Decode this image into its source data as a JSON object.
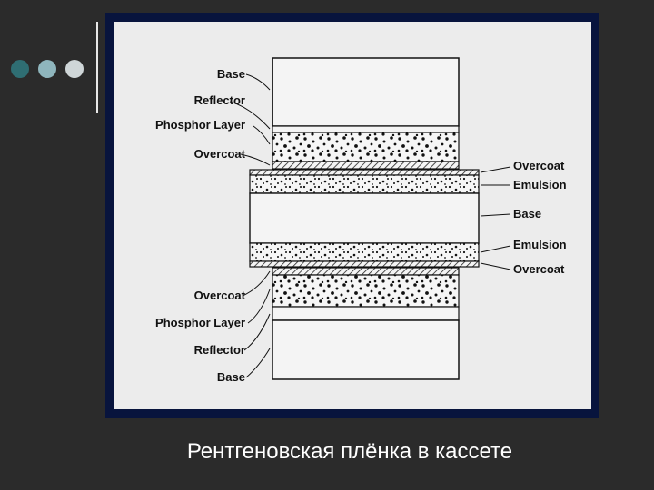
{
  "caption": "Рентгеновская плёнка в кассете",
  "left_labels": [
    "Base",
    "Reflector",
    "Phosphor Layer",
    "Overcoat",
    "Overcoat",
    "Phosphor Layer",
    "Reflector",
    "Base"
  ],
  "right_labels": [
    "Overcoat",
    "Emulsion",
    "Base",
    "Emulsion",
    "Overcoat"
  ],
  "colors": {
    "page_bg": "#2b2b2b",
    "frame": "#08143d",
    "diagram_bg": "#ececec",
    "dot_1": "#2f6e73",
    "dot_2": "#8fb6bd",
    "dot_3": "#cfd6d8"
  }
}
